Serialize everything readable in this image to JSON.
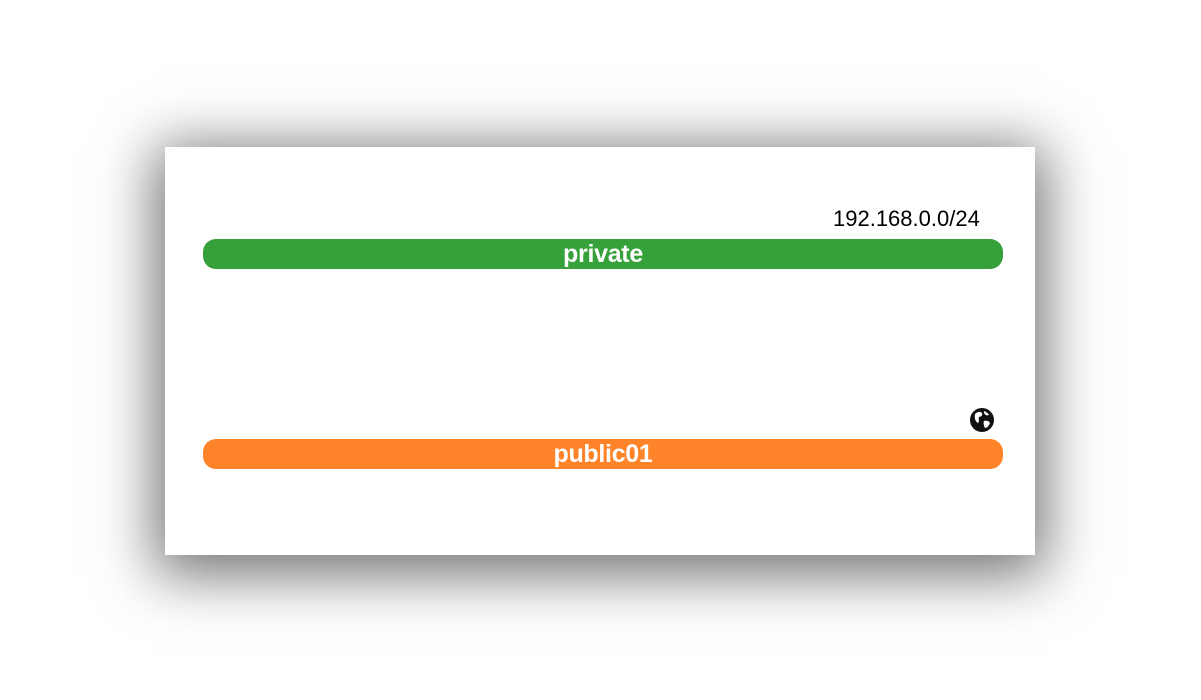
{
  "networks": [
    {
      "name": "private",
      "cidr": "192.168.0.0/24",
      "color": "#36A03A"
    },
    {
      "name": "public01",
      "cidr": "",
      "color": "#FF8329",
      "icon": "globe-icon"
    }
  ]
}
